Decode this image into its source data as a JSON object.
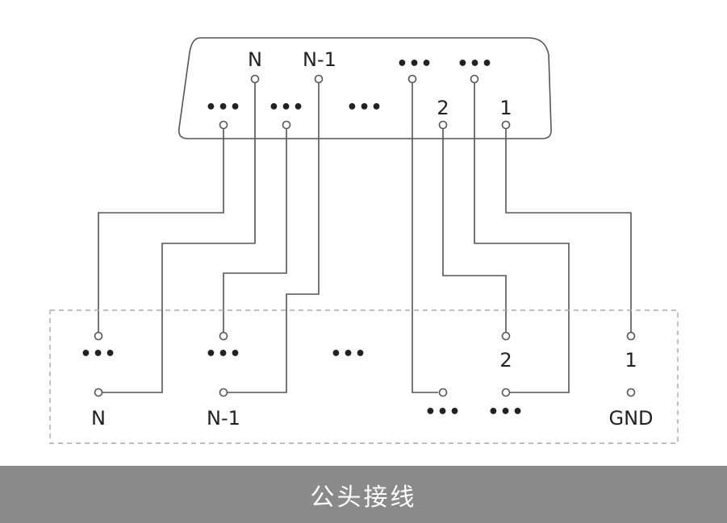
{
  "diagram": {
    "caption": "公头接线",
    "connector_labels": {
      "top_row": [
        "N",
        "N-1",
        "•••",
        "•••"
      ],
      "bottom_row": [
        "•••",
        "•••",
        "•••",
        "2",
        "1"
      ]
    },
    "terminal_labels": {
      "middle_row": [
        "•••",
        "•••",
        "•••",
        "2",
        "1"
      ],
      "bottom_row": [
        "N",
        "N-1",
        "•••",
        "•••",
        "GND"
      ]
    },
    "colors": {
      "line": "#555555",
      "text": "#222222",
      "footer": "#8a8a8a",
      "dashed_box": "#aaaaaa"
    }
  }
}
